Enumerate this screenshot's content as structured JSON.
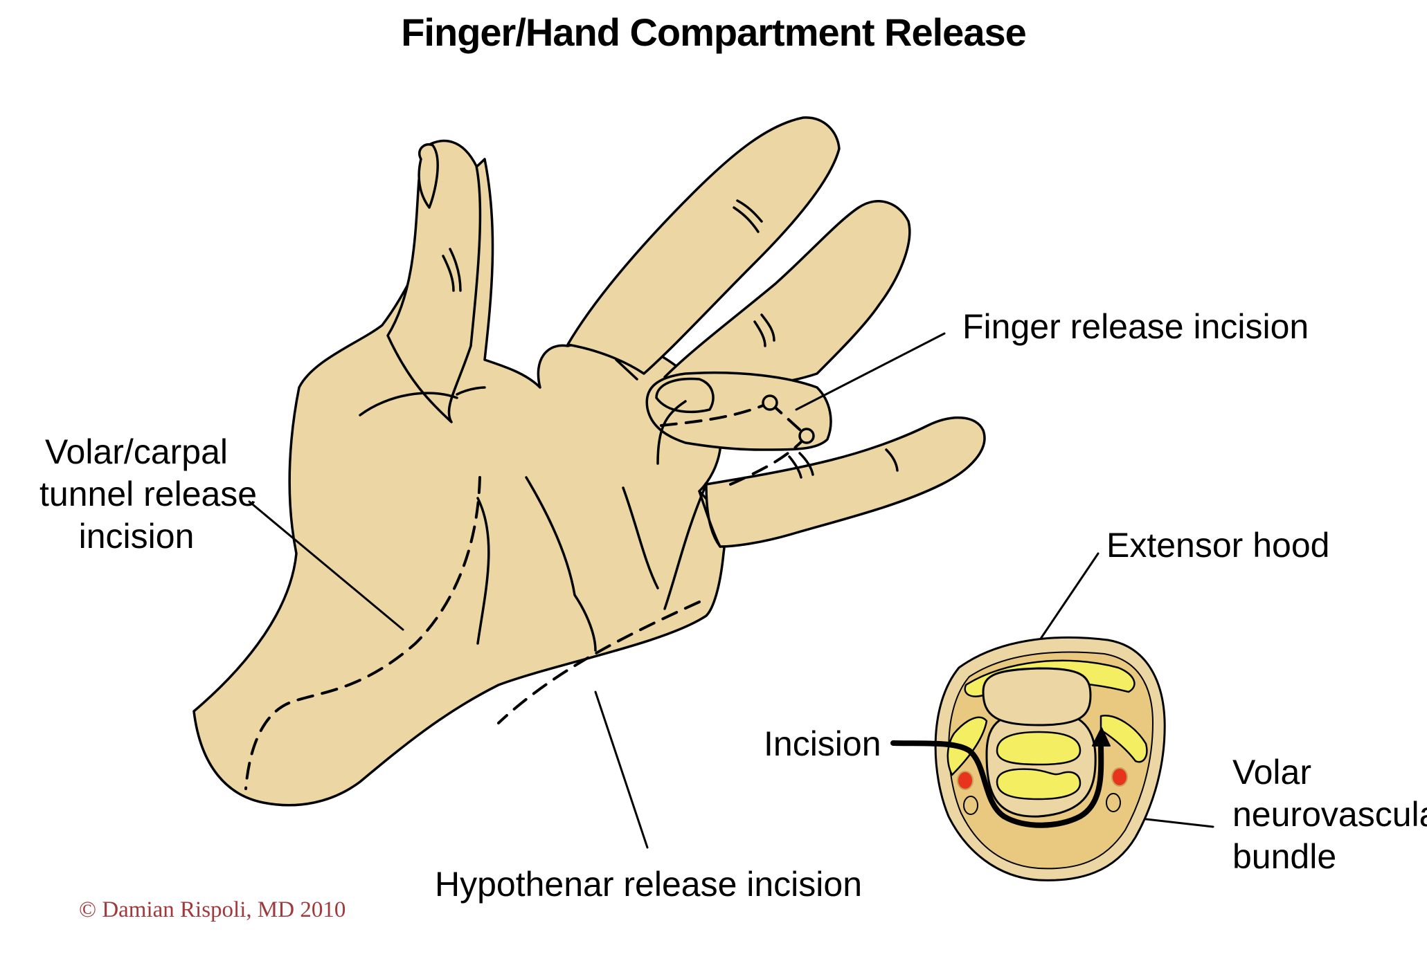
{
  "title": "Finger/Hand Compartment Release",
  "labels": {
    "volar_carpal": [
      "Volar/carpal",
      "tunnel release",
      "incision"
    ],
    "finger_release": "Finger release incision",
    "extensor_hood": "Extensor hood",
    "incision": "Incision",
    "volar_nv_bundle": [
      "Volar",
      "neurovascular",
      "bundle"
    ],
    "hypothenar": "Hypothenar release incision"
  },
  "copyright": "© Damian Rispoli, MD 2010",
  "colors": {
    "skin": "#ecd6a3",
    "tendon_yellow": "#f4ee62",
    "vessel_red": "#e8341c",
    "outline": "#000000",
    "copyright": "#a0393c"
  }
}
